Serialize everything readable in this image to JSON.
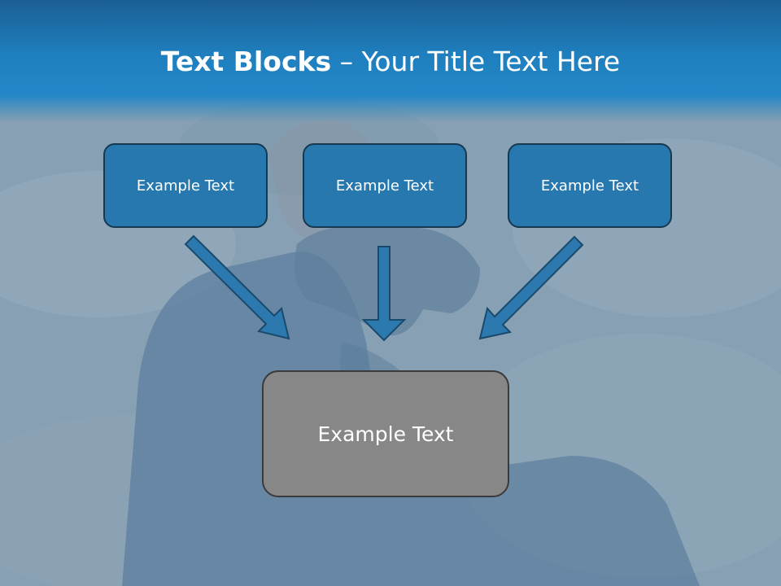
{
  "title": {
    "bold": "Text Blocks",
    "separator": " – ",
    "regular": "Your Title Text Here"
  },
  "blocks": [
    "Example Text",
    "Example Text",
    "Example Text"
  ],
  "result": "Example Text",
  "colors": {
    "band": "#2487c7",
    "box_fill": "#2878b0",
    "box_border": "#16394f",
    "result_fill": "#878787",
    "arrow": "#2c79b0"
  }
}
